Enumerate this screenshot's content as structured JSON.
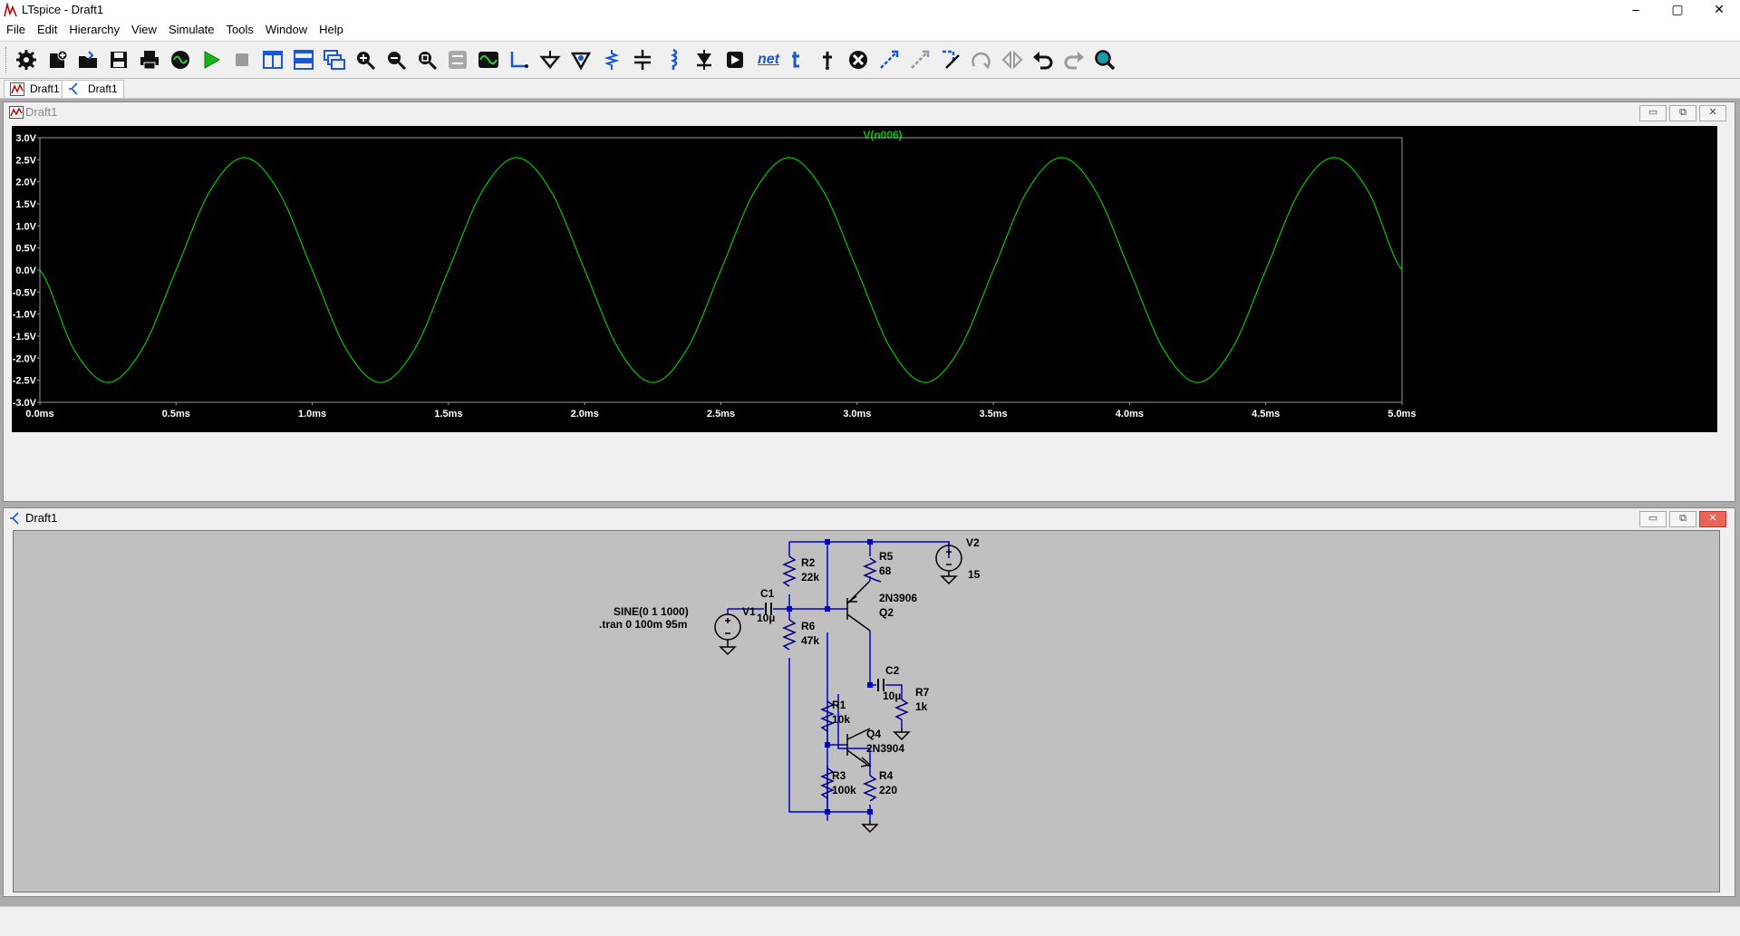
{
  "window": {
    "title": "LTspice - Draft1",
    "minimize": "–",
    "maximize": "▢",
    "close": "✕"
  },
  "menu": [
    "File",
    "Edit",
    "Hierarchy",
    "View",
    "Simulate",
    "Tools",
    "Window",
    "Help"
  ],
  "toolbar": {
    "icons": [
      "gear-icon",
      "new-schematic-icon",
      "open-icon",
      "save-icon",
      "print-icon",
      "control-panel-icon",
      "run-icon",
      "halt-icon",
      "tile-vertical-icon",
      "tile-horizontal-icon",
      "cascade-icon",
      "zoom-in-icon",
      "zoom-out-icon",
      "zoom-fit-icon",
      "autorange-icon",
      "waveform-icon",
      "wire-icon",
      "ground-icon",
      "voltage-probe-icon",
      "resistor-icon",
      "capacitor-icon",
      "inductor-icon",
      "diode-icon",
      "component-icon",
      "net-label-icon",
      "text-icon",
      "spice-directive-icon",
      "delete-icon",
      "move-icon",
      "drag-icon",
      "draw-icon",
      "rotate-icon",
      "mirror-icon",
      "undo-icon",
      "redo-icon",
      "find-icon"
    ],
    "net_label": "net"
  },
  "tabs": [
    {
      "label": "Draft1",
      "icon": "waveform-tab-icon"
    },
    {
      "label": "Draft1",
      "icon": "schematic-tab-icon"
    }
  ],
  "plot_window": {
    "title": "Draft1",
    "trace_name": "V(n006)",
    "colors": {
      "background": "#000000",
      "trace": "#00c800",
      "axis_text": "#ffffff",
      "trace_label": "#00c800"
    }
  },
  "schematic_window": {
    "title": "Draft1",
    "colors": {
      "background": "#c0c0c0",
      "wire": "#0000c8",
      "text": "#000000"
    },
    "labels": {
      "sine": "SINE(0 1 1000)",
      "tran": ".tran 0 100m 95m",
      "V1": "V1",
      "V2": "V2",
      "V2_val": "15",
      "C1": "C1",
      "C1_val": "10µ",
      "C2": "C2",
      "C2_val": "10µ",
      "R1": "R1",
      "R1_val": "10k",
      "R2": "R2",
      "R2_val": "22k",
      "R3": "R3",
      "R3_val": "100k",
      "R4": "R4",
      "R4_val": "220",
      "R5": "R5",
      "R5_val": "68",
      "R6": "R6",
      "R6_val": "47k",
      "R7": "R7",
      "R7_val": "1k",
      "Q2": "Q2",
      "Q2_model": "2N3906",
      "Q4": "Q4",
      "Q4_model": "2N3904"
    }
  },
  "chart_data": {
    "type": "line",
    "title": "V(n006)",
    "xlabel": "",
    "ylabel": "",
    "x_ticks": [
      "0.0ms",
      "0.5ms",
      "1.0ms",
      "1.5ms",
      "2.0ms",
      "2.5ms",
      "3.0ms",
      "3.5ms",
      "4.0ms",
      "4.5ms",
      "5.0ms"
    ],
    "y_ticks": [
      "3.0V",
      "2.5V",
      "2.0V",
      "1.5V",
      "1.0V",
      "0.5V",
      "0.0V",
      "-0.5V",
      "-1.0V",
      "-1.5V",
      "-2.0V",
      "-2.5V",
      "-3.0V"
    ],
    "xlim": [
      0,
      5.0
    ],
    "ylim": [
      -3.0,
      3.0
    ],
    "grid": false,
    "series": [
      {
        "name": "V(n006)",
        "x": [
          0,
          0.125,
          0.25,
          0.375,
          0.5,
          0.625,
          0.75,
          0.875,
          1.0,
          1.125,
          1.25,
          1.375,
          1.5,
          1.625,
          1.75,
          1.875,
          2.0,
          2.125,
          2.25,
          2.375,
          2.5,
          2.625,
          2.75,
          2.875,
          3.0,
          3.125,
          3.25,
          3.375,
          3.5,
          3.625,
          3.75,
          3.875,
          4.0,
          4.125,
          4.25,
          4.375,
          4.5,
          4.625,
          4.75,
          4.875,
          5.0
        ],
        "y": [
          0,
          -1.8,
          -2.55,
          -1.8,
          0,
          1.8,
          2.55,
          1.8,
          0,
          -1.8,
          -2.55,
          -1.8,
          0,
          1.8,
          2.55,
          1.8,
          0,
          -1.8,
          -2.55,
          -1.8,
          0,
          1.8,
          2.55,
          1.8,
          0,
          -1.8,
          -2.55,
          -1.8,
          0,
          1.8,
          2.55,
          1.8,
          0,
          -1.8,
          -2.55,
          -1.8,
          0,
          1.8,
          2.55,
          1.8,
          0
        ]
      }
    ]
  }
}
